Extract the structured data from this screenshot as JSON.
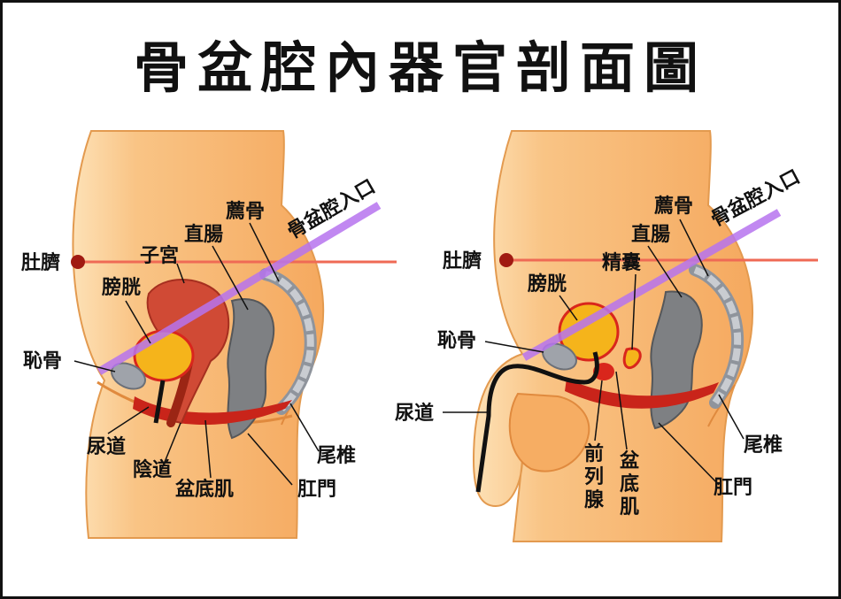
{
  "title": "骨盆腔內器官剖面圖",
  "colors": {
    "skin": "#f7b36d",
    "skin_light": "#fbd19a",
    "skin_outline": "#e39a4f",
    "navel_line": "#ef6a55",
    "inlet_line": "#b673ef",
    "rectum": "#7e8083",
    "muscle": "#c9241a",
    "uterus": "#d04a35",
    "bladder": "#f5b41b",
    "bladder_ring": "#d9261c",
    "bone": "#9fa3aa",
    "navel_dot": "#a01a12"
  },
  "female": {
    "navel": "肚臍",
    "uterus": "子宮",
    "rectum": "直腸",
    "sacrum": "薦骨",
    "pelvic_inlet": "骨盆腔入口",
    "bladder": "膀胱",
    "pubis": "恥骨",
    "urethra": "尿道",
    "vagina": "陰道",
    "pelvic_floor": "盆底肌",
    "anus": "肛門",
    "coccyx": "尾椎"
  },
  "male": {
    "navel": "肚臍",
    "sacrum": "薦骨",
    "rectum": "直腸",
    "seminal_vesicle": "精囊",
    "pelvic_inlet": "骨盆腔入口",
    "bladder": "膀胱",
    "pubis": "恥骨",
    "urethra": "尿道",
    "prostate_1": "前",
    "prostate_2": "列",
    "prostate_3": "腺",
    "pelvic_floor_1": "盆",
    "pelvic_floor_2": "底",
    "pelvic_floor_3": "肌",
    "coccyx": "尾椎",
    "anus": "肛門"
  }
}
